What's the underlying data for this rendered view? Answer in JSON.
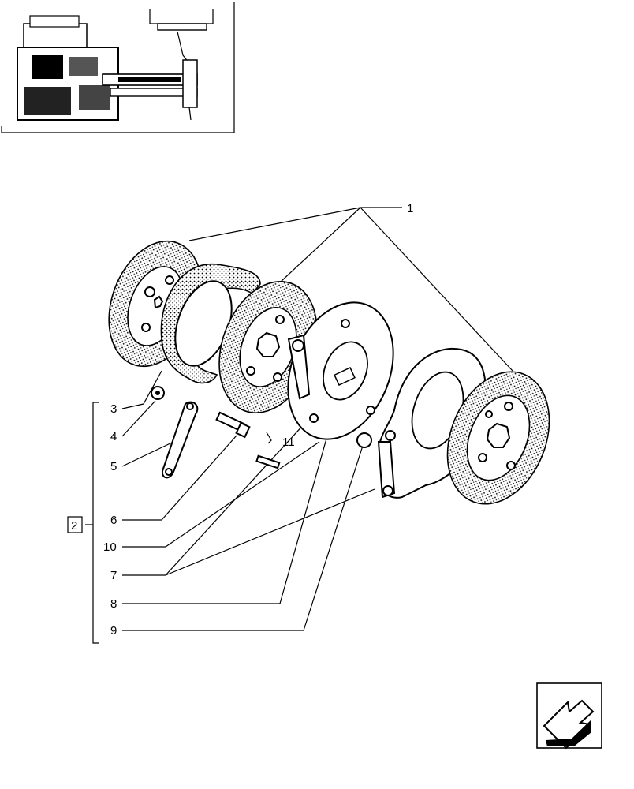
{
  "callouts": [
    {
      "id": "c1",
      "label": "1"
    },
    {
      "id": "c2",
      "label": "2"
    },
    {
      "id": "c3",
      "label": "3"
    },
    {
      "id": "c4",
      "label": "4"
    },
    {
      "id": "c5",
      "label": "5"
    },
    {
      "id": "c6",
      "label": "6"
    },
    {
      "id": "c7",
      "label": "7"
    },
    {
      "id": "c8",
      "label": "8"
    },
    {
      "id": "c9",
      "label": "9"
    },
    {
      "id": "c10",
      "label": "10"
    },
    {
      "id": "c11",
      "label": "11"
    }
  ],
  "icons": {
    "thumbnail": "tractor-rear-axle-locator-thumbnail",
    "nav": "previous-page-arrow-icon"
  },
  "colors": {
    "ink": "#000000",
    "paper": "#ffffff"
  }
}
